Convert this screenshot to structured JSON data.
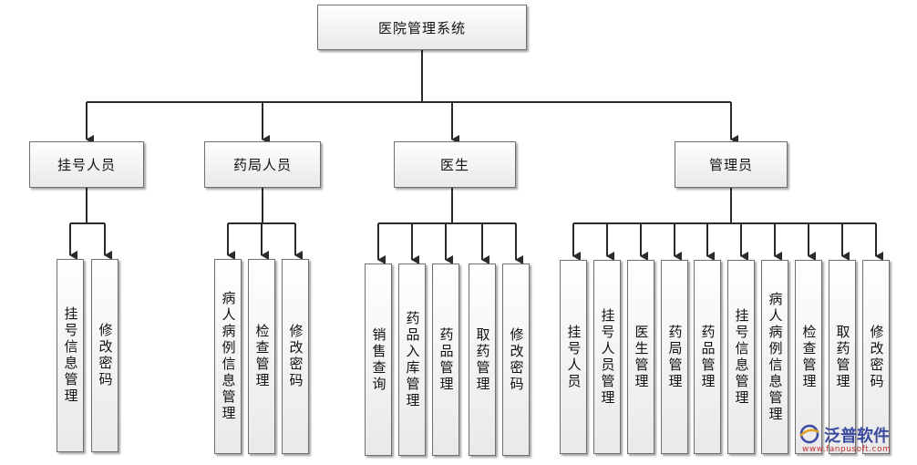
{
  "root": {
    "label": "医院管理系统"
  },
  "roles": [
    {
      "label": "挂号人员",
      "functions": [
        "挂号信息管理",
        "修改密码"
      ]
    },
    {
      "label": "药局人员",
      "functions": [
        "病人病例信息管理",
        "检查管理",
        "修改密码"
      ]
    },
    {
      "label": "医生",
      "functions": [
        "销售查询",
        "药品入库管理",
        "药品管理",
        "取药管理",
        "修改密码"
      ]
    },
    {
      "label": "管理员",
      "functions": [
        "挂号人员",
        "挂号人员管理",
        "医生管理",
        "药局管理",
        "药品管理",
        "挂号信息管理",
        "病人病例信息管理",
        "检查管理",
        "取药管理",
        "修改密码"
      ]
    }
  ],
  "watermark": {
    "brand": "泛普软件",
    "url": "www.fanpusoft.com",
    "logo_icon": "fanpu-logo-icon"
  },
  "colors": {
    "line": "#2b2b2b",
    "border": "#6f6f6f",
    "box_top": "#ffffff",
    "box_bottom": "#e9e9e9"
  }
}
